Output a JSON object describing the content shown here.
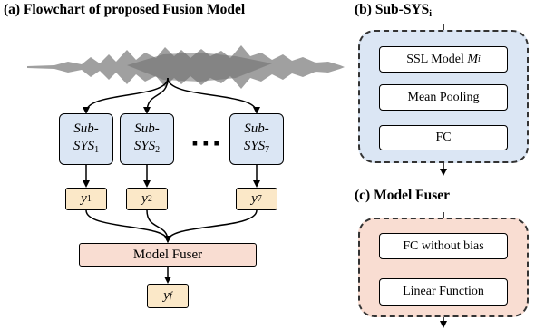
{
  "panel_a": {
    "title": "(a) Flowchart of proposed Fusion Model",
    "subsystems": [
      {
        "name": "Sub-",
        "line2": "SYS",
        "index": "1"
      },
      {
        "name": "Sub-",
        "line2": "SYS",
        "index": "2"
      },
      {
        "name": "Sub-",
        "line2": "SYS",
        "index": "7"
      }
    ],
    "ellipsis": "···",
    "outputs": [
      {
        "var": "y",
        "index": "1"
      },
      {
        "var": "y",
        "index": "2"
      },
      {
        "var": "y",
        "index": "7"
      }
    ],
    "fuser_label": "Model Fuser",
    "final_output": {
      "var": "y",
      "index": "f"
    }
  },
  "panel_b": {
    "title": "(b) Sub-SYS",
    "title_index": "i",
    "steps": {
      "ssl_label": "SSL Model ",
      "ssl_var": "M",
      "ssl_index": "i",
      "pooling": "Mean Pooling",
      "fc": "FC"
    }
  },
  "panel_c": {
    "title": "(c) Model Fuser",
    "steps": [
      "FC without bias",
      "Linear Function"
    ]
  },
  "colors": {
    "subsystem_fill": "#dbe6f4",
    "output_fill": "#fbe8c8",
    "fuser_fill": "#f9ddd2",
    "waveform": "#8f8f8f"
  }
}
